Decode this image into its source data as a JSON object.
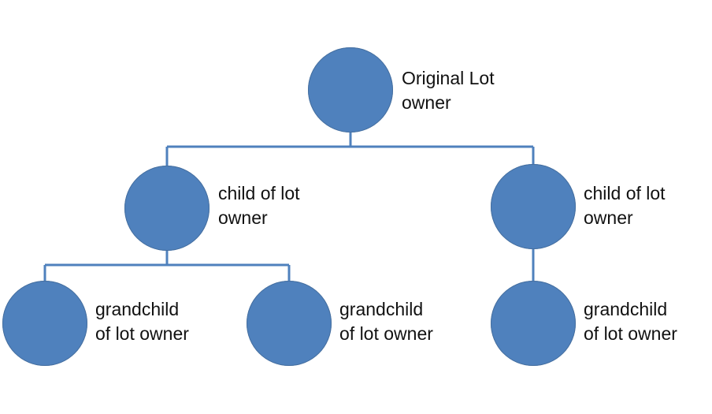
{
  "diagram": {
    "type": "tree",
    "colors": {
      "node_fill": "#4f81bd",
      "connector": "#4f81bd",
      "text": "#111111"
    },
    "nodes": [
      {
        "id": "root",
        "line1": "Original Lot",
        "line2": "owner"
      },
      {
        "id": "child_1",
        "line1": "child of lot",
        "line2": "owner"
      },
      {
        "id": "child_2",
        "line1": "child of lot",
        "line2": "owner"
      },
      {
        "id": "grand_1",
        "line1": "grandchild",
        "line2": "of lot owner"
      },
      {
        "id": "grand_2",
        "line1": "grandchild",
        "line2": "of lot owner"
      },
      {
        "id": "grand_3",
        "line1": "grandchild",
        "line2": "of lot owner"
      }
    ],
    "edges": [
      {
        "from": "root",
        "to": "child_1"
      },
      {
        "from": "root",
        "to": "child_2"
      },
      {
        "from": "child_1",
        "to": "grand_1"
      },
      {
        "from": "child_1",
        "to": "grand_2"
      },
      {
        "from": "child_2",
        "to": "grand_3"
      }
    ]
  }
}
